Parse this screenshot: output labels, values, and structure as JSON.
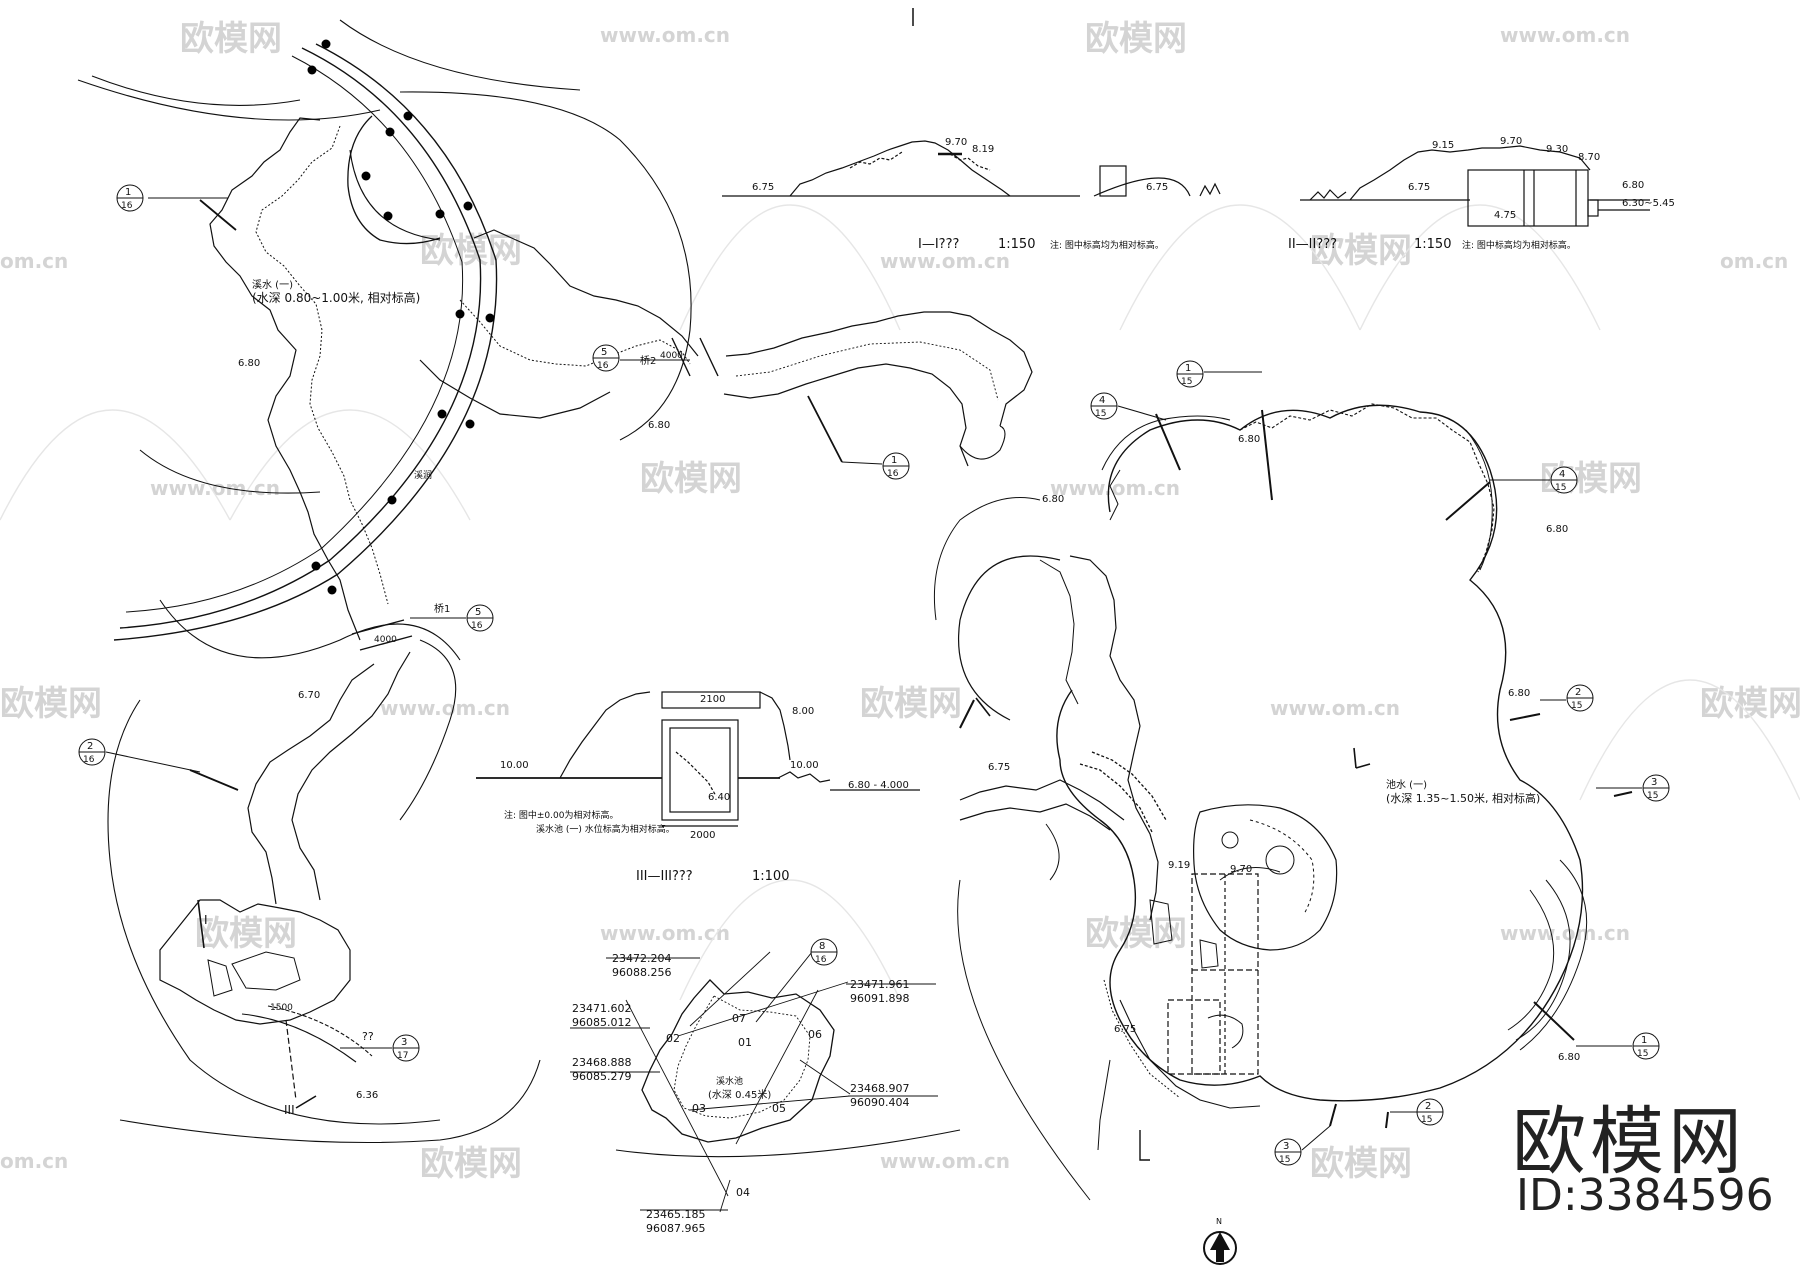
{
  "watermark": {
    "brand": "欧模网",
    "url": "www.om.cn",
    "id_label": "ID:3384596",
    "short_url": "om.cn"
  },
  "sections": {
    "s1_title": "I—I???",
    "s1_scale": "1:150",
    "s1_note": "注: 图中标高均为相对标高。",
    "s2_title": "II—II???",
    "s2_scale": "1:150",
    "s2_note": "注: 图中标高均为相对标高。",
    "s3_title": "III—III???",
    "s3_scale": "1:100",
    "s3_note1": "注: 图中±0.00为相对标高。",
    "s3_note2": "溪水池 (一) 水位标高为相对标高。"
  },
  "elevations": {
    "s1_a": "9.70",
    "s1_b": "8.19",
    "s1_c": "6.75",
    "s1_d": "6.75",
    "s2_a": "9.15",
    "s2_b": "9.70",
    "s2_c": "9.30",
    "s2_d": "8.70",
    "s2_e": "6.75",
    "s2_f": "6.80",
    "s2_g": "6.30~5.45",
    "s2_h": "4.75",
    "s3_a": "10.00",
    "s3_b": "10.00",
    "s3_c": "8.00",
    "s3_d": "6.80 - 4.000",
    "s3_e": "6.40",
    "left_a": "6.80",
    "left_b": "6.80",
    "left_c": "6.70",
    "left_d": "6.36",
    "right_a": "6.80",
    "right_b": "6.80",
    "right_c": "6.80",
    "right_d": "6.80",
    "right_e": "6.75",
    "right_f": "6.75",
    "right_g": "6.80",
    "right_h": "9.19",
    "right_i": "9.70"
  },
  "dims": {
    "s3_width": "2000",
    "s3_top": "2100",
    "bridge_a": "4000",
    "bridge_b": "4000",
    "dim_small": "1500"
  },
  "pond_notes": {
    "left_pond_title": "溪水 (一)",
    "left_pond_depth": "(水深 0.80~1.00米, 相对标高)",
    "right_pond_title": "池水 (一)",
    "right_pond_depth": "(水深 1.35~1.50米, 相对标高)",
    "center_pond_title": "溪水池",
    "center_pond_depth": "(水深 0.45米)",
    "label_stream": "溪涧"
  },
  "coords": {
    "c1_x": "23472.204",
    "c1_y": "96088.256",
    "c2_x": "23471.602",
    "c2_y": "96085.012",
    "c3_x": "23471.961",
    "c3_y": "96091.898",
    "c4_x": "23468.888",
    "c4_y": "96085.279",
    "c5_x": "23468.907",
    "c5_y": "96090.404",
    "c6_x": "23465.185",
    "c6_y": "96087.965"
  },
  "points": {
    "p1": "01",
    "p2": "02",
    "p3": "03",
    "p4": "04",
    "p5": "05",
    "p6": "06",
    "p7": "07"
  },
  "callouts": {
    "l1_top": "1",
    "l1_bot": "16",
    "l2_top": "2",
    "l2_bot": "16",
    "l3_top": "3",
    "l3_bot": "17",
    "l5a_top": "5",
    "l5a_bot": "16",
    "l5b_top": "5",
    "l5b_bot": "16",
    "l6_top": "1",
    "l6_bot": "16",
    "c8_top": "8",
    "c8_bot": "16",
    "r1_top": "1",
    "r1_bot": "15",
    "r2_top": "4",
    "r2_bot": "15",
    "r3_top": "4",
    "r3_bot": "15",
    "r4_top": "2",
    "r4_bot": "15",
    "r5_top": "3",
    "r5_bot": "15",
    "r6_top": "1",
    "r6_bot": "15",
    "r7_top": "2",
    "r7_bot": "15",
    "r8_top": "3",
    "r8_bot": "15"
  },
  "misc": {
    "bridge1": "桥1",
    "bridge2": "桥2",
    "qq": "??",
    "sec_mark_1": "I",
    "sec_mark_3": "III",
    "north": "N"
  }
}
